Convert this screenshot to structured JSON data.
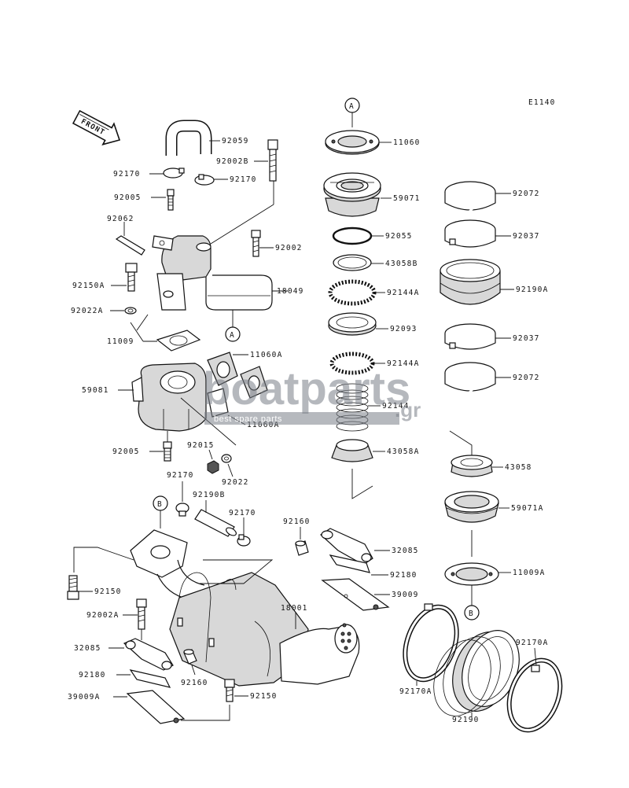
{
  "diagram_code": "E1140",
  "front_label": "FRONT",
  "refs": {
    "a_top": "A",
    "a_mid": "A",
    "b_left": "B",
    "b_right": "B"
  },
  "watermark": {
    "main": "boatparts",
    "tld": ".gr",
    "sub": "best spare parts"
  },
  "labels": {
    "p92059": "92059",
    "p92002B": "92002B",
    "p92170_l1": "92170",
    "p92170_r1": "92170",
    "p92005_top": "92005",
    "p92062": "92062",
    "p92002": "92002",
    "p92150A": "92150A",
    "p18049": "18049",
    "p92022A": "92022A",
    "p11009": "11009",
    "p11060A_top": "11060A",
    "p59081": "59081",
    "p11060A_bot": "11060A",
    "p92005_bot": "92005",
    "p92015": "92015",
    "p92022": "92022",
    "p92170_mid": "92170",
    "p92190B": "92190B",
    "p92170_mid2": "92170",
    "p92160_top": "92160",
    "p32085_r": "32085",
    "p92180_r": "92180",
    "p39009": "39009",
    "p92150_l": "92150",
    "p18001": "18001",
    "p92002A": "92002A",
    "p32085_l": "32085",
    "p92180_l": "92180",
    "p92160_bot": "92160",
    "p39009A": "39009A",
    "p92150_b": "92150",
    "p11060": "11060",
    "p59071": "59071",
    "p92055": "92055",
    "p43058B": "43058B",
    "p92144A_1": "92144A",
    "p92093": "92093",
    "p92144A_2": "92144A",
    "p92144": "92144",
    "p43058A": "43058A",
    "p92072_1": "92072",
    "p92037_1": "92037",
    "p92190A": "92190A",
    "p92037_2": "92037",
    "p92072_2": "92072",
    "p43058": "43058",
    "p59071A": "59071A",
    "p11009A": "11009A",
    "p92170A_l": "92170A",
    "p92170A_r": "92170A",
    "p92190": "92190"
  }
}
